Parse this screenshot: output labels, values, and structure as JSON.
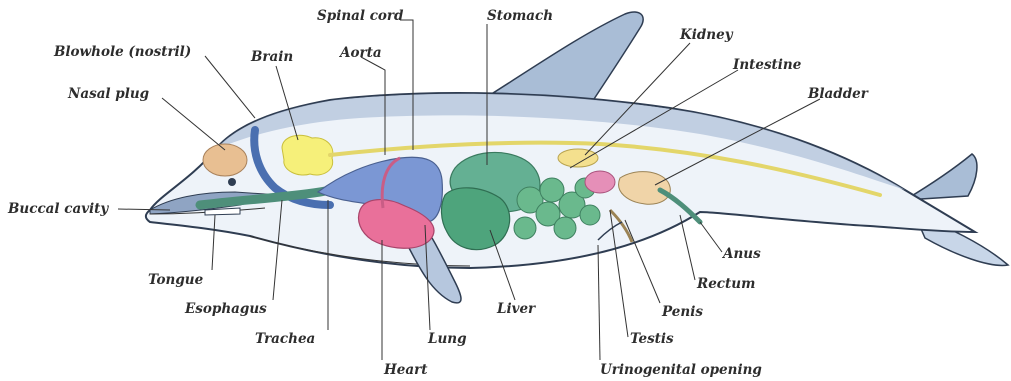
{
  "labels": {
    "blowhole": "Blowhole (nostril)",
    "brain": "Brain",
    "spinal_cord": "Spinal cord",
    "aorta": "Aorta",
    "stomach": "Stomach",
    "kidney": "Kidney",
    "intestine": "Intestine",
    "bladder": "Bladder",
    "nasal_plug": "Nasal plug",
    "buccal_cavity": "Buccal cavity",
    "tongue": "Tongue",
    "esophagus": "Esophagus",
    "trachea": "Trachea",
    "heart": "Heart",
    "lung": "Lung",
    "liver": "Liver",
    "testis": "Testis",
    "penis": "Penis",
    "rectum": "Rectum",
    "anus": "Anus",
    "urinogenital_opening": "Urinogenital opening"
  },
  "colors": {
    "body_outline": "#2f3d52",
    "body_fill": "#eaf0f7",
    "back_shade": "#9fb2cc",
    "fin": "#a9bdd6",
    "brain": "#f6f07a",
    "nasal_plug": "#e8bf92",
    "lung": "#7b97d4",
    "heart": "#e9709a",
    "stomach": "#64b093",
    "liver": "#4ea47c",
    "intestine": "#6ab98d",
    "kidney": "#f4e08e",
    "bladder": "#e58fb8",
    "spinal_cord": "#ebe07a",
    "esophagus": "#4e8f7a"
  }
}
